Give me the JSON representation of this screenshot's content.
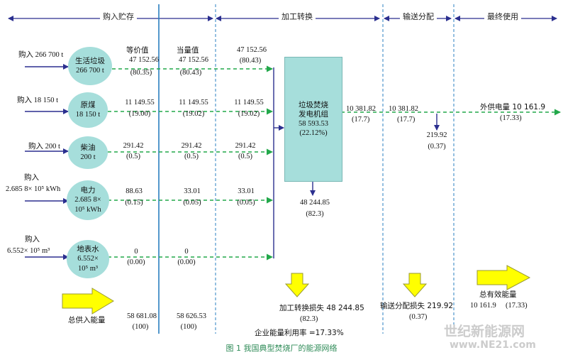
{
  "stages": {
    "purchase_storage": "购入贮存",
    "conversion": "加工转换",
    "distribution": "输送分配",
    "end_use": "最终使用"
  },
  "column_headers": {
    "equal_price": "等价值",
    "equivalent": "当量值"
  },
  "sources": [
    {
      "id": "waste",
      "purchase": "购入 266 700 t",
      "node_name": "生活垃圾",
      "node_amount": "266 700 t",
      "equal_value": "47 152.56",
      "equal_pct": "(80.35)",
      "equiv_value": "47 152.56",
      "equiv_pct": "(80.43)",
      "conv_value": "47 152.56",
      "conv_pct": "(80.43)"
    },
    {
      "id": "coal",
      "purchase": "购入 18 150 t",
      "node_name": "原煤",
      "node_amount": "18 150 t",
      "equal_value": "11 149.55",
      "equal_pct": "(19.00)",
      "equiv_value": "11 149.55",
      "equiv_pct": "(19.02)",
      "conv_value": "11 149.55",
      "conv_pct": "(19.02)"
    },
    {
      "id": "diesel",
      "purchase": "购入 200 t",
      "node_name": "柴油",
      "node_amount": "200 t",
      "equal_value": "291.42",
      "equal_pct": "(0.5)",
      "equiv_value": "291.42",
      "equiv_pct": "(0.5)",
      "conv_value": "291.42",
      "conv_pct": "(0.5)"
    },
    {
      "id": "power",
      "purchase_line1": "购入",
      "purchase_line2": "2.685 8× 10⁵ kWh",
      "node_line1": "电力",
      "node_line2": "2.685 8×",
      "node_line3": "10⁵ kWh",
      "equal_value": "88.63",
      "equal_pct": "(0.15)",
      "equiv_value": "33.01",
      "equiv_pct": "(0.05)",
      "conv_value": "33.01",
      "conv_pct": "(0.05)"
    },
    {
      "id": "water",
      "purchase_line1": "购入",
      "purchase_line2": "6.552× 10⁵ m³",
      "node_line1": "地表水",
      "node_line2": "6.552×",
      "node_line3": "10⁵ m³",
      "equal_value": "0",
      "equal_pct": "(0.00)",
      "equiv_value": "0",
      "equiv_pct": "(0.00)"
    }
  ],
  "plant": {
    "line1": "垃圾焚烧",
    "line2": "发电机组",
    "value": "58 593.53",
    "pct": "(22.12%)"
  },
  "plant_loss": {
    "value": "48 244.85",
    "pct": "(82.3)"
  },
  "plant_output": {
    "value": "10 381.82",
    "pct": "(17.7)"
  },
  "dist_output": {
    "value": "10 381.82",
    "pct": "(17.7)"
  },
  "dist_loss": {
    "value": "219.92",
    "pct": "(0.37)"
  },
  "external_supply": {
    "label": "外供电量 10 161.9",
    "pct": "(17.33)"
  },
  "totals": {
    "total_input_label": "总供入能量",
    "total_equal_value": "58 681.08",
    "total_equal_pct": "(100)",
    "total_equiv_value": "58 626.53",
    "total_equiv_pct": "(100)",
    "conversion_loss_label": "加工转换损失 48 244.85",
    "conversion_loss_pct": "(82.3)",
    "distribution_loss_label": "输送分配损失 219.92",
    "distribution_loss_pct": "(0.37)",
    "effective_label": "总有效能量",
    "effective_value": "10 161.9",
    "effective_pct": "(17.33)",
    "utilization_label": "企业能量利用率 =17.33%"
  },
  "caption": "图 1    我国典型焚烧厂的能源网络",
  "watermark": {
    "line1": "世纪新能源网",
    "line2": "www.NE21.com"
  },
  "colors": {
    "node_fill": "#a6dedb",
    "flow_green": "#22a84a",
    "input_arrow": "#2b2f8f",
    "divider_blue": "#2a7fc0",
    "big_arrow_yellow": "#ffff00"
  }
}
